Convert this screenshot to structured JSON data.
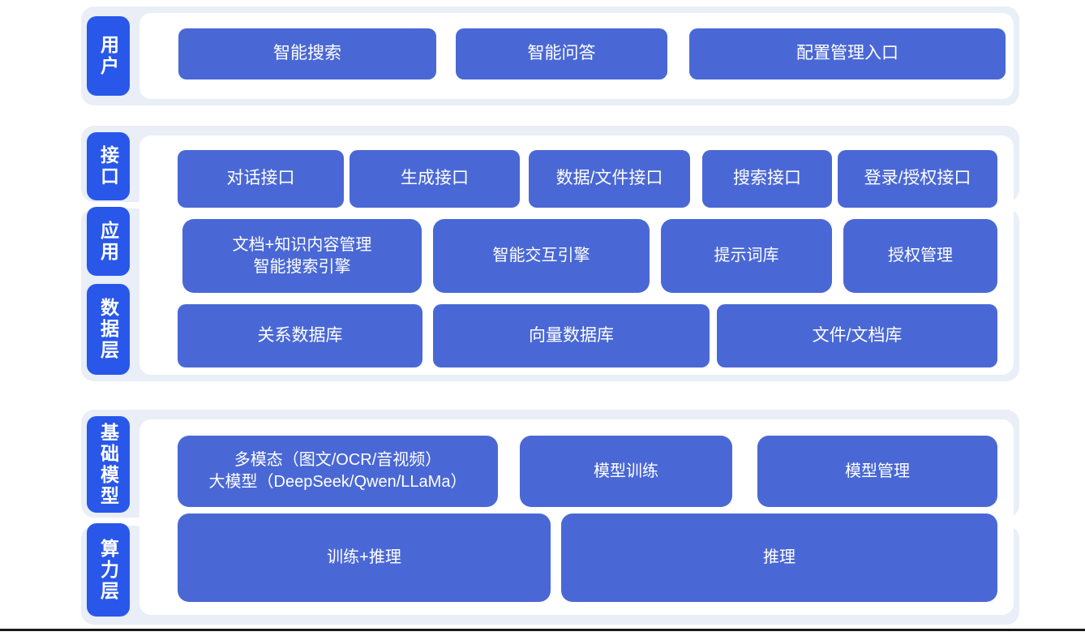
{
  "colors": {
    "band_bg": "#E9EEF7",
    "panel_bg": "#FFFFFF",
    "label_pill_bg": "#2857EA",
    "block_bg": "#4A68D5",
    "block_text": "#FFFFFF",
    "bottom_rule": "#1A1A1A"
  },
  "layers": {
    "user": {
      "label": "用户",
      "blocks": [
        "智能搜索",
        "智能问答",
        "配置管理入口"
      ]
    },
    "interface": {
      "label": "接口",
      "blocks": [
        "对话接口",
        "生成接口",
        "数据/文件接口",
        "搜索接口",
        "登录/授权接口"
      ]
    },
    "application": {
      "label": "应用",
      "blocks": [
        "文档+知识内容管理\n智能搜索引擎",
        "智能交互引擎",
        "提示词库",
        "授权管理"
      ]
    },
    "data": {
      "label": "数据层",
      "blocks": [
        "关系数据库",
        "向量数据库",
        "文件/文档库"
      ]
    },
    "foundation": {
      "label": "基础模型",
      "blocks": [
        "多模态（图文/OCR/音视频）\n大模型（DeepSeek/Qwen/LLaMa）",
        "模型训练",
        "模型管理"
      ]
    },
    "compute": {
      "label": "算力层",
      "blocks": [
        "训练+推理",
        "推理"
      ]
    }
  }
}
